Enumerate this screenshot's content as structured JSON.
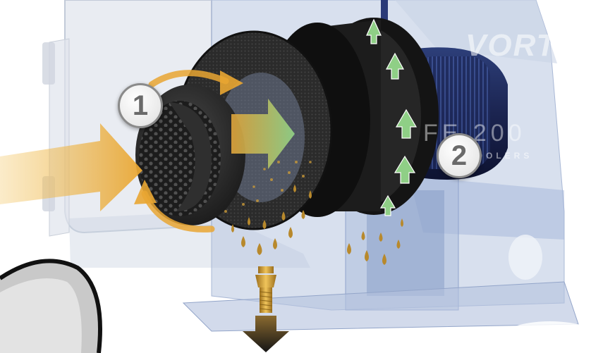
{
  "callouts": [
    {
      "label": "1"
    },
    {
      "label": "2"
    }
  ],
  "watermark": {
    "brand": "VORTEX",
    "model": "FE 200",
    "subtitle": "ECOOLERS"
  },
  "colors": {
    "intake_arrow": "#e9a632",
    "flow_arrow": "#8fcf86",
    "oil_drops": "#b8892c",
    "housing": "#c9d4e6",
    "filter_dark": "#2a2a2a",
    "drain_arrow": "#2a2a2a"
  }
}
